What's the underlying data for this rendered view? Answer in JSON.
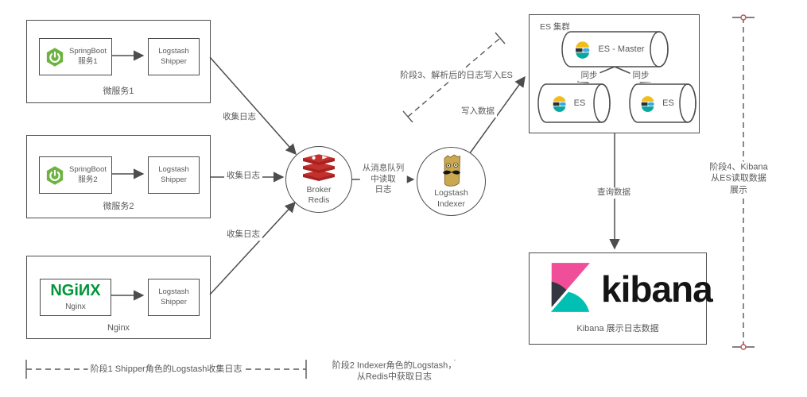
{
  "colors": {
    "line": "#4d4d4d",
    "text": "#595959",
    "spring_green": "#6db33f",
    "nginx_green": "#009639",
    "redis_red": "#c6302b",
    "redis_dark": "#a32422",
    "logstash_tan": "#c9a84f",
    "es_yellow": "#f2bd19",
    "es_blue": "#3ca9e0",
    "es_teal": "#0aa6a0",
    "es_dark": "#2f2f2f",
    "kibana_pink": "#f04e98",
    "kibana_dark": "#343741",
    "kibana_teal": "#00bfb3",
    "endpoint_red": "#b85450"
  },
  "groups": {
    "ms1": {
      "app": "SpringBoot\n服务1",
      "shipper": "Logstash\nShipper",
      "caption": "微服务1"
    },
    "ms2": {
      "app": "SpringBoot\n服务2",
      "shipper": "Logstash\nShipper",
      "caption": "微服务2"
    },
    "nginx": {
      "logo": "NGiИX",
      "logo_caption": "Nginx",
      "shipper": "Logstash\nShipper",
      "caption": "Nginx"
    }
  },
  "broker": {
    "label": "Broker\nRedis"
  },
  "indexer": {
    "label": "Logstash\nIndexer"
  },
  "es_cluster": {
    "title": "ES 集群",
    "master_label": "ES - Master",
    "node1_label": "ES",
    "node2_label": "ES",
    "sync_left": "同步",
    "sync_right": "同步"
  },
  "kibana": {
    "wordmark": "kibana",
    "caption": "Kibana 展示日志数据"
  },
  "edges": {
    "collect1": "收集日志",
    "collect2": "收集日志",
    "collect3": "收集日志",
    "read_queue": "从消息队列\n中读取\n日志",
    "write_data": "写入数据",
    "query_data": "查询数据"
  },
  "stages": {
    "stage1": "阶段1 Shipper角色的Logstash收集日志",
    "stage2": "阶段2 Indexer角色的Logstash，\n从Redis中获取日志",
    "stage3": "阶段3、解析后的日志写入ES",
    "stage4": "阶段4、Kibana从ES读取数据展示"
  }
}
